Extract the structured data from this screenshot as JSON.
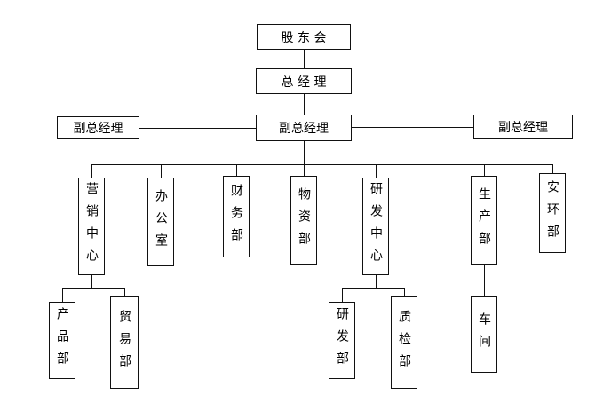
{
  "org": {
    "title_hint": "company organization chart",
    "colors": {
      "background": "#ffffff",
      "border": "#111111",
      "line": "#111111",
      "text": "#000000"
    },
    "shareholders": {
      "label": "股 东 会"
    },
    "general_manager": {
      "label": "总 经 理"
    },
    "deputy_left": {
      "label": "副总经理"
    },
    "deputy_center": {
      "label": "副总经理"
    },
    "deputy_right": {
      "label": "副总经理"
    },
    "departments": [
      {
        "label": "营销中心"
      },
      {
        "label": "办公室"
      },
      {
        "label": "财务部"
      },
      {
        "label": "物资部"
      },
      {
        "label": "研发中心"
      },
      {
        "label": "生产部"
      },
      {
        "label": "安环部"
      }
    ],
    "subdepartments": [
      {
        "label": "产品部",
        "parent": "营销中心"
      },
      {
        "label": "贸易部",
        "parent": "营销中心"
      },
      {
        "label": "研发部",
        "parent": "研发中心"
      },
      {
        "label": "质检部",
        "parent": "研发中心"
      },
      {
        "label": "车间",
        "parent": "生产部"
      }
    ]
  }
}
